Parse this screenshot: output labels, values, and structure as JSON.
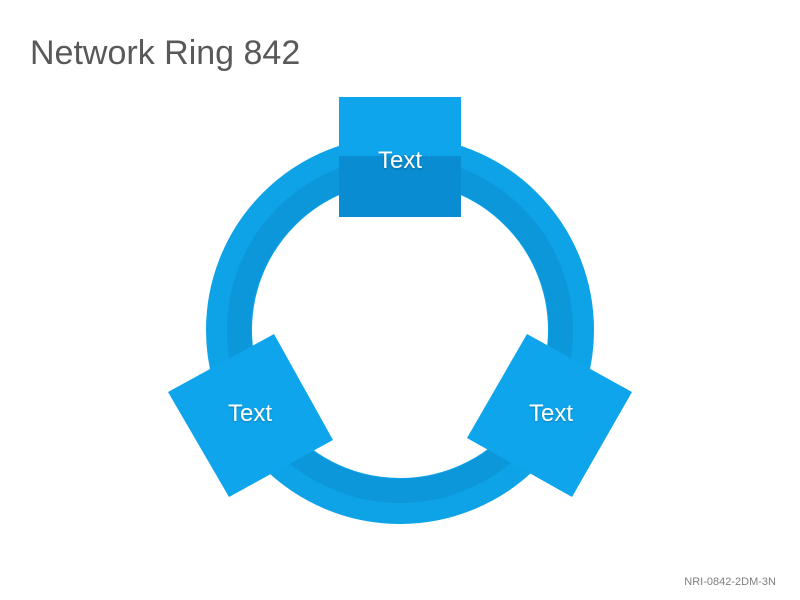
{
  "slide": {
    "title": "Network Ring 842",
    "code": "NRI-0842-2DM-3N"
  },
  "diagram": {
    "nodes": [
      {
        "label": "Text"
      },
      {
        "label": "Text"
      },
      {
        "label": "Text"
      }
    ]
  },
  "colors": {
    "ring": "#0ea2e6",
    "ring_inner_band": "#0a8fd2",
    "node": "#0ea5ec",
    "node_overlap": "#0887cc",
    "title": "#595959",
    "code": "#7f7f7f"
  }
}
